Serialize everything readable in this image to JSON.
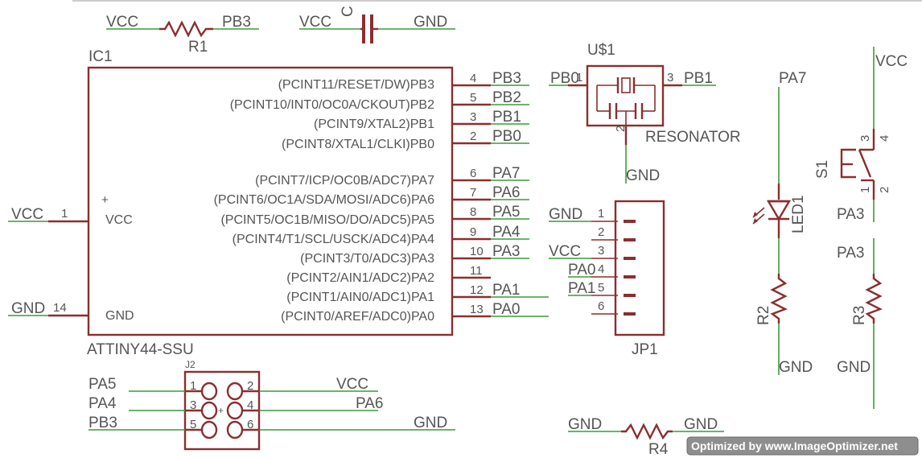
{
  "parts": {
    "ic1": {
      "name": "IC1",
      "value": "ATTINY44-SSU",
      "vcc_internal": "VCC",
      "gnd_internal": "GND",
      "pins_right": [
        {
          "label": "(PCINT11/RESET/DW)PB3",
          "num": "4",
          "net": "PB3"
        },
        {
          "label": "(PCINT10/INT0/OC0A/CKOUT)PB2",
          "num": "5",
          "net": "PB2"
        },
        {
          "label": "(PCINT9/XTAL2)PB1",
          "num": "3",
          "net": "PB1"
        },
        {
          "label": "(PCINT8/XTAL1/CLKI)PB0",
          "num": "2",
          "net": "PB0"
        },
        {
          "label": "(PCINT7/ICP/OC0B/ADC7)PA7",
          "num": "6",
          "net": "PA7"
        },
        {
          "label": "(PCINT6/OC1A/SDA/MOSI/ADC6)PA6",
          "num": "7",
          "net": "PA6"
        },
        {
          "label": "(PCINT5/OC1B/MISO/DO/ADC5)PA5",
          "num": "8",
          "net": "PA5"
        },
        {
          "label": "(PCINT4/T1/SCL/USCK/ADC4)PA4",
          "num": "9",
          "net": "PA4"
        },
        {
          "label": "(PCINT3/T0/ADC3)PA3",
          "num": "10",
          "net": "PA3"
        },
        {
          "label": "(PCINT2/AIN1/ADC2)PA2",
          "num": "11",
          "net": ""
        },
        {
          "label": "(PCINT1/AIN0/ADC1)PA1",
          "num": "12",
          "net": "PA1"
        },
        {
          "label": "(PCINT0/AREF/ADC0)PA0",
          "num": "13",
          "net": "PA0"
        }
      ],
      "pin_vcc": {
        "net": "VCC",
        "num": "1"
      },
      "pin_gnd": {
        "net": "GND",
        "num": "14"
      }
    },
    "r1": {
      "name": "R1",
      "net_left": "VCC",
      "net_right": "PB3"
    },
    "c1": {
      "name": "C",
      "net_left": "VCC",
      "net_right": "GND"
    },
    "u1": {
      "name": "U$1",
      "value": "RESONATOR",
      "net_left": "PB0",
      "net_right": "PB1",
      "net_bottom": "GND",
      "pin_left": "1",
      "pin_right": "3",
      "pin_bottom": "2"
    },
    "jp1": {
      "name": "JP1",
      "pins": [
        {
          "num": "1",
          "net": "GND"
        },
        {
          "num": "2",
          "net": ""
        },
        {
          "num": "3",
          "net": ""
        },
        {
          "num": "4",
          "net": "PA0"
        },
        {
          "num": "5",
          "net": "PA1"
        },
        {
          "num": "6",
          "net": ""
        }
      ],
      "vcc_net": "VCC"
    },
    "led1": {
      "name": "LED1",
      "net_top": "PA7"
    },
    "r2": {
      "name": "R2",
      "net_bottom": "GND"
    },
    "s1": {
      "name": "S1",
      "net_top": "VCC",
      "net_bottom": "PA3",
      "pins": [
        "3",
        "4",
        "1",
        "2"
      ]
    },
    "r3": {
      "name": "R3",
      "net_top": "PA3",
      "net_bottom": "GND"
    },
    "j2": {
      "name": "J2",
      "pins": [
        "1",
        "2",
        "3",
        "4",
        "5",
        "6"
      ],
      "nets_left": [
        "PA5",
        "PA4",
        "PB3"
      ],
      "nets_right": [
        "VCC",
        "PA6",
        "GND"
      ]
    },
    "r4": {
      "name": "R4",
      "net_left": "GND",
      "net_right": "GND"
    }
  },
  "footer": {
    "badge": "Optimized by www.ImageOptimizer.net"
  },
  "colors": {
    "wire": "#3c9a3c",
    "part": "#8b2e2e",
    "text": "#555555",
    "background": "#ffffff"
  }
}
